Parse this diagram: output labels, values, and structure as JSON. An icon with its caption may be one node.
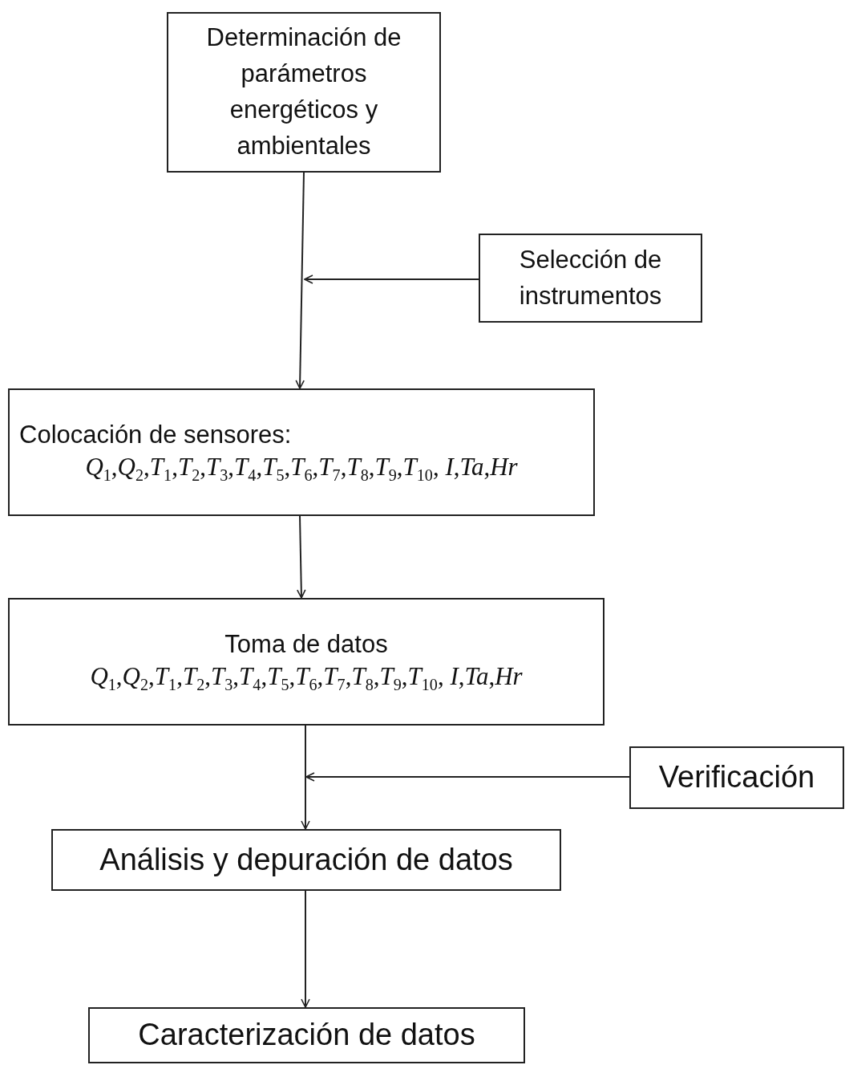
{
  "diagram": {
    "nodes": [
      {
        "text": [
          "Determinación de parámetros energéticos y ambientales"
        ]
      },
      {
        "text": [
          "Selección de instrumentos"
        ]
      },
      {
        "text": [
          "Colocación de sensores:",
          "*Q*$_{1}$,*Q*$_{2}$,*T*$_{1}$,*T*$_{2}$,*T*$_{3}$,*T*$_{4}$,*T*$_{5}$,*T*$_{6}$,*T*$_{7}$,*T*$_{8}$,*T*$_{9}$,*T*$_{10}$, *I*,*Ta*,*Hr*"
        ]
      },
      {
        "text": [
          "Toma de datos",
          "*Q*$_{1}$,*Q*$_{2}$,*T*$_{1}$,*T*$_{2}$,*T*$_{3}$,*T*$_{4}$,*T*$_{5}$,*T*$_{6}$,*T*$_{7}$,*T*$_{8}$,*T*$_{9}$,*T*$_{10}$, *I*,*Ta*,*Hr*"
        ]
      },
      {
        "text": [
          "Verificación"
        ]
      },
      {
        "text": [
          "Análisis y depuración de datos"
        ]
      },
      {
        "text": [
          "Caracterización de datos"
        ]
      }
    ],
    "edges": [
      {
        "from": 0,
        "to": 2,
        "arrow": "to"
      },
      {
        "from": 1,
        "to": null,
        "arrow": "to"
      },
      {
        "from": 2,
        "to": 3,
        "arrow": "to"
      },
      {
        "from": 3,
        "to": 5,
        "arrow": "to"
      },
      {
        "from": 4,
        "to": null,
        "arrow": "to"
      },
      {
        "from": 5,
        "to": 6,
        "arrow": "to"
      }
    ]
  }
}
